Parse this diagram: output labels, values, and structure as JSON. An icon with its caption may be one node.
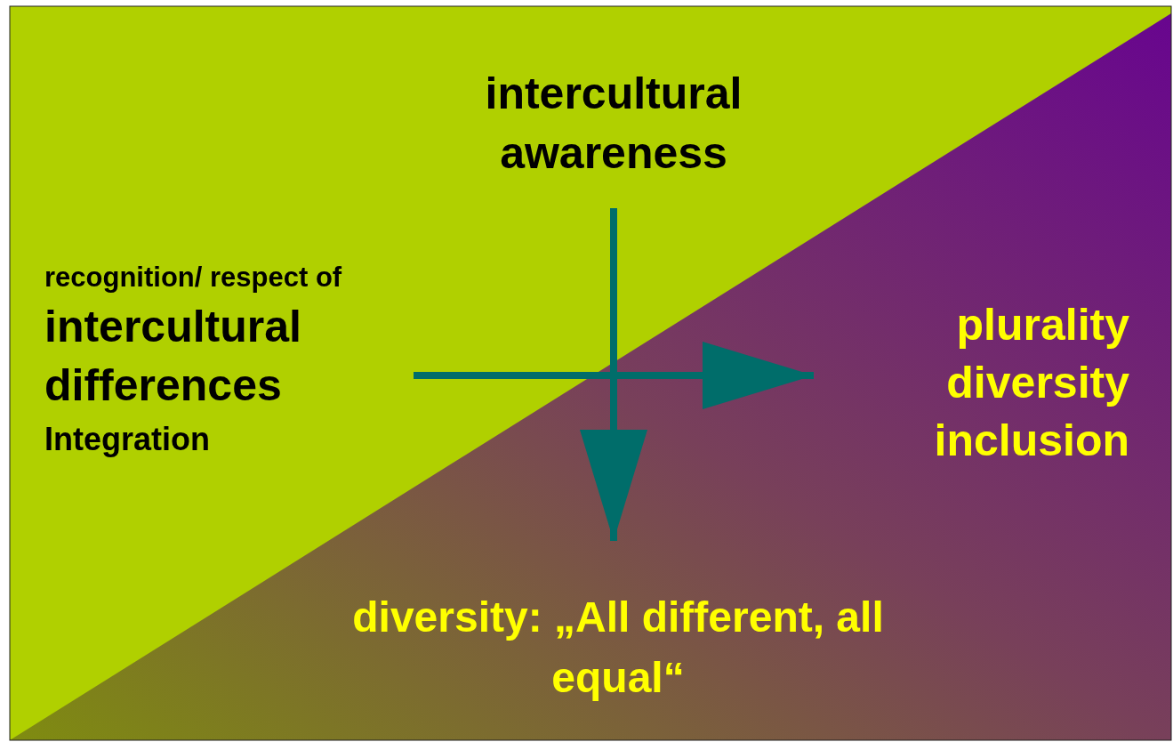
{
  "diagram": {
    "nodes": [
      {
        "text": [
          "intercultural awareness"
        ]
      },
      {
        "text": [
          "recognition/ respect of",
          "intercultural differences",
          "Integration"
        ]
      },
      {
        "text": [
          "plurality diversity inclusion"
        ]
      },
      {
        "text": [
          "diversity: „All different, all equal“"
        ]
      }
    ],
    "edges": [
      {
        "from": 0,
        "to": 3,
        "arrow": "to"
      },
      {
        "from": 1,
        "to": 2,
        "arrow": "to"
      }
    ]
  }
}
